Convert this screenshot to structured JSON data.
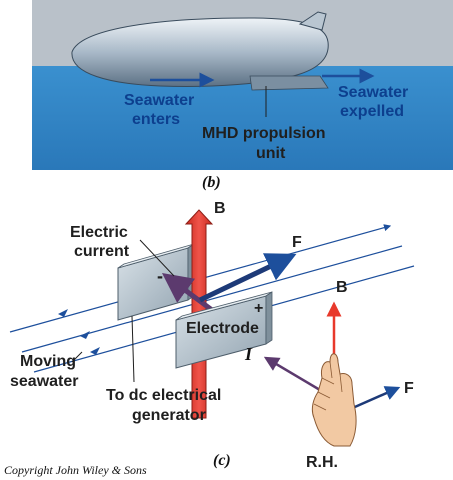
{
  "panel_b": {
    "caption": "(b)",
    "label_enters_1": "Seawater",
    "label_enters_2": "enters",
    "label_unit_1": "MHD propulsion",
    "label_unit_2": "unit",
    "label_expelled_1": "Seawater",
    "label_expelled_2": "expelled"
  },
  "panel_c": {
    "caption": "(c)",
    "label_B": "B",
    "label_F": "F",
    "label_current_1": "Electric",
    "label_current_2": "current",
    "label_electrode": "Electrode",
    "sign_minus": "-",
    "sign_plus": "+",
    "label_moving_1": "Moving",
    "label_moving_2": "seawater",
    "label_generator_1": "To dc electrical",
    "label_generator_2": "generator",
    "rh_B": "B",
    "rh_I": "I",
    "rh_F": "F",
    "rh_label": "R.H."
  },
  "copyright": "Copyright John Wiley & Sons",
  "colors": {
    "panel_bg": "#b9c1c9",
    "water": "#2f86c8",
    "arrow_blue": "#1d4f9c",
    "field_red": "#e8392b",
    "current_purple": "#5c3a6e",
    "plate": "#b9c6cf"
  }
}
